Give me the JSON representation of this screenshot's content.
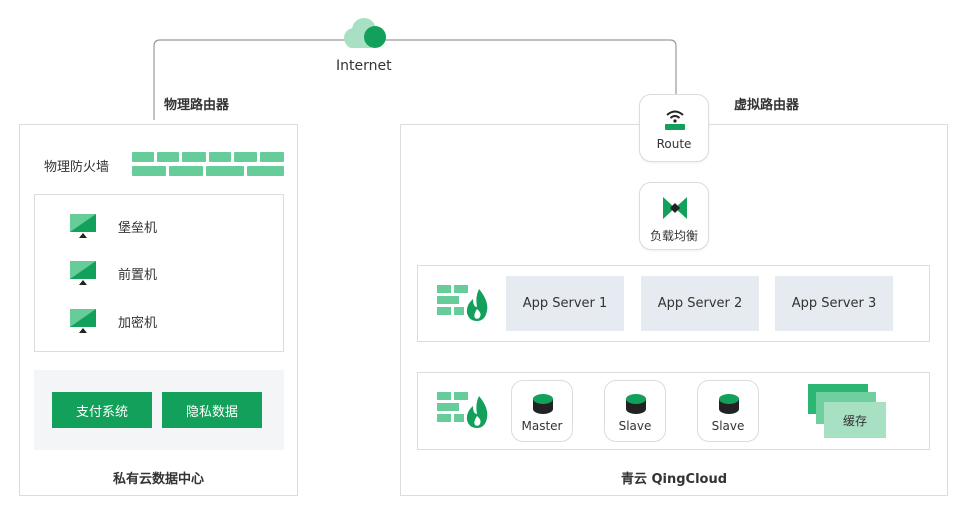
{
  "internet": {
    "label": "Internet",
    "icon": "cloud-icon"
  },
  "physical_router": {
    "label": "物理路由器"
  },
  "virtual_router": {
    "label": "虚拟路由器"
  },
  "private_dc": {
    "firewall_label": "物理防火墙",
    "devices": [
      "堡垒机",
      "前置机",
      "加密机"
    ],
    "buttons": [
      "支付系统",
      "隐私数据"
    ],
    "caption": "私有云数据中心"
  },
  "qingcloud": {
    "route_label": "Route",
    "lb_label": "负载均衡",
    "servers": [
      "App Server 1",
      "App Server 2",
      "App Server 3"
    ],
    "databases": [
      "Master",
      "Slave",
      "Slave"
    ],
    "cache_label": "缓存",
    "caption": "青云 QingCloud"
  },
  "colors": {
    "accent_green": "#12a05a",
    "light_green": "#66cc99",
    "server_bg": "#e6ebf1",
    "line_gray": "#999999"
  }
}
